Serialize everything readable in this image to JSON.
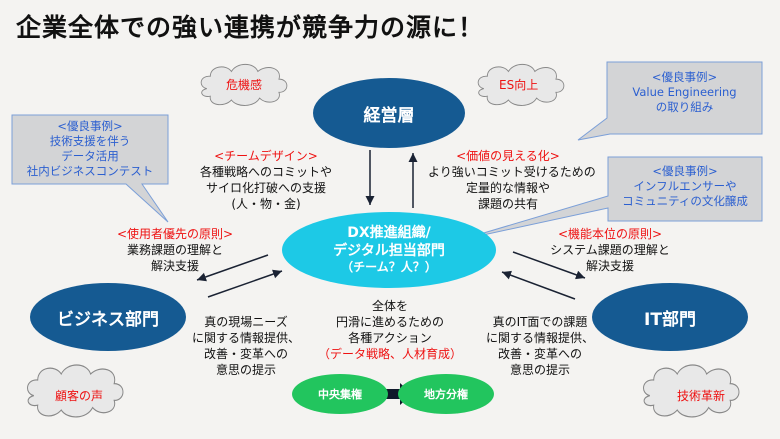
{
  "title": "企業全体での強い連携が競争力の源に！",
  "nodes": {
    "management": "経営層",
    "business": "ビジネス部門",
    "it": "IT部門",
    "dx_line1": "DX推進組織/",
    "dx_line2": "デジタル担当部門",
    "dx_line3": "（チーム？人？）",
    "central": "中央集権",
    "local": "地方分権"
  },
  "clouds": {
    "crisis": "危機感",
    "es": "ES向上",
    "customer": "顧客の声",
    "tech": "技術革新"
  },
  "callouts": {
    "left": [
      "<優良事例>",
      "技術支援を伴う",
      "データ活用",
      "社内ビジネスコンテスト"
    ],
    "top_right": [
      "<優良事例>",
      "Value Engineering",
      "の取り組み"
    ],
    "mid_right": [
      "<優良事例>",
      "インフルエンサーや",
      "コミュニティの文化醸成"
    ]
  },
  "labels": {
    "team_design": {
      "heading": "<チームデザイン>",
      "lines": [
        "各種戦略へのコミットや",
        "サイロ化打破への支援",
        "(人・物・金)"
      ]
    },
    "value_visual": {
      "heading": "<価値の見える化>",
      "lines": [
        "より強いコミット受けるための",
        "定量的な情報や",
        "課題の共有"
      ]
    },
    "user_first": {
      "heading": "<使用者優先の原則>",
      "lines": [
        "業務課題の理解と",
        "解決支援"
      ]
    },
    "function_first": {
      "heading": "<機能本位の原則>",
      "lines": [
        "システム課題の理解と",
        "解決支援"
      ]
    },
    "biz_feedback": {
      "lines": [
        "真の現場ニーズ",
        "に関する情報提供、",
        "改善・変革への",
        "意思の提示"
      ]
    },
    "it_feedback": {
      "lines": [
        "真のIT面での課題",
        "に関する情報提供、",
        "改善・変革への",
        "意思の提示"
      ]
    },
    "center_actions": {
      "lines": [
        "全体を",
        "円滑に進めるための",
        "各種アクション"
      ],
      "highlight": "（データ戦略、人材育成）"
    }
  },
  "colors": {
    "navy": "#155a92",
    "cyan": "#1dc9e6",
    "green": "#22c55e",
    "red": "#ee1111",
    "callout_text": "#2b5fd0",
    "callout_fill": "#d3d4d6",
    "callout_border": "#7b9fd8"
  }
}
